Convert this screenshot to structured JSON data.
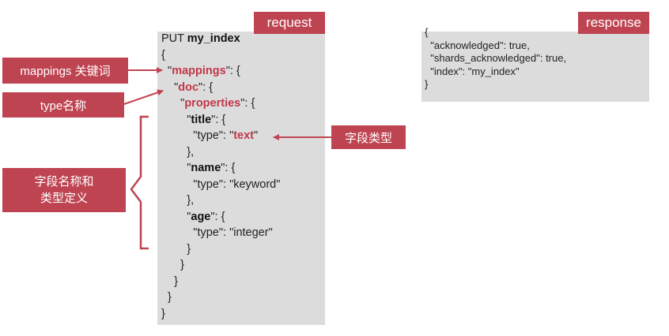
{
  "request_label": "request",
  "response_label": "response",
  "callouts": {
    "mappings_keyword": "mappings 关键词",
    "type_name": "type名称",
    "field_type": "字段类型",
    "field_def_line1": "字段名称和",
    "field_def_line2": "类型定义"
  },
  "request": {
    "method": "PUT",
    "path": "my_index",
    "mappings_key": "mappings",
    "doc_key": "doc",
    "properties_key": "properties",
    "fields": [
      {
        "name": "title",
        "type_key": "type",
        "type_value": "text"
      },
      {
        "name": "name",
        "type_key": "type",
        "type_value": "keyword"
      },
      {
        "name": "age",
        "type_key": "type",
        "type_value": "integer"
      }
    ]
  },
  "response": {
    "acknowledged_key": "acknowledged",
    "acknowledged_value": "true",
    "shards_key": "shards_acknowledged",
    "shards_value": "true",
    "index_key": "index",
    "index_value": "my_index"
  },
  "colors": {
    "accent": "#bf4452",
    "panel": "#dcdcdc"
  }
}
